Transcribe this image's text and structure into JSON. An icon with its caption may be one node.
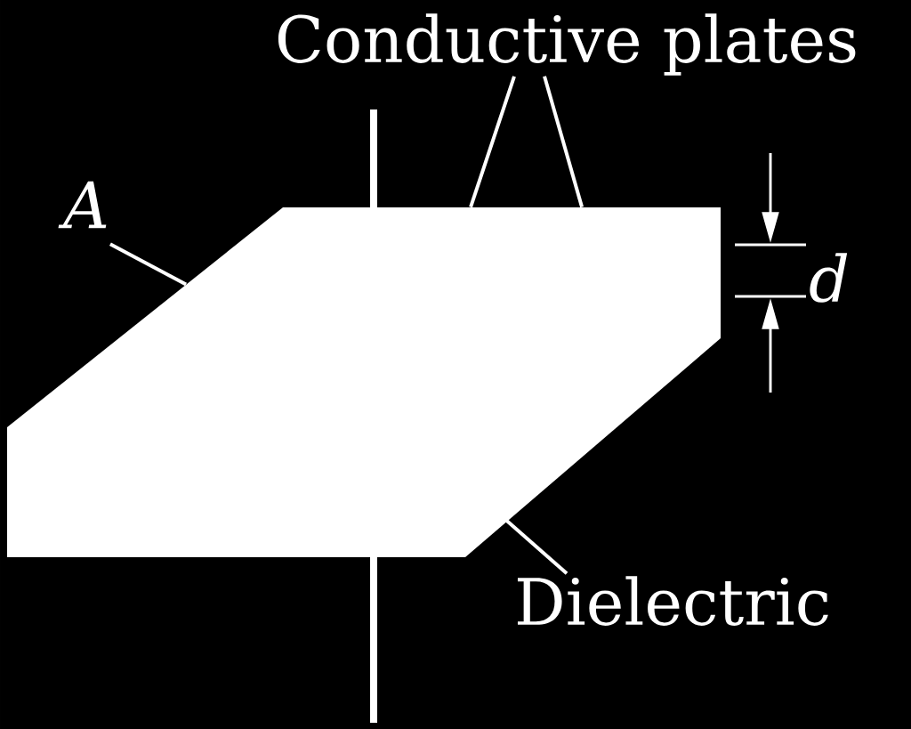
{
  "diagram": {
    "nodes": [
      {
        "text": [
          "Conductive plates"
        ]
      },
      {
        "text": [],
        "shape": "box"
      },
      {
        "text": [
          "A"
        ]
      },
      {
        "text": [
          "Dielectric"
        ]
      }
    ],
    "edges": [
      {
        "from": 0,
        "to": 1,
        "arrow": "none"
      },
      {
        "from": 0,
        "to": 1,
        "arrow": "none"
      },
      {
        "from": 2,
        "to": 1,
        "arrow": "none"
      },
      {
        "from": 3,
        "to": 1,
        "arrow": "none"
      }
    ],
    "labels": [
      "d"
    ]
  }
}
